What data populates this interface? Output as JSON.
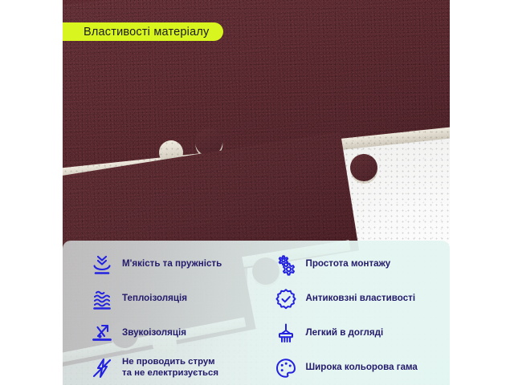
{
  "banner": {
    "title": "Властивості матеріалу",
    "bg_color": "#d9f520",
    "text_color": "#1a1a1a"
  },
  "product_photo": {
    "description": "Темно-бордові килимові пазл-мати EVA",
    "mat_color": "#55272d",
    "foam_edge_color": "#e2ddd1",
    "floor_color": "#f7f7f6"
  },
  "panel": {
    "bg_color": "#e4f5f1",
    "icon_color": "#2222e0",
    "text_color": "#231a6b",
    "left_column": [
      {
        "icon": "softness-elasticity-icon",
        "label": "М'якість та пружність"
      },
      {
        "icon": "thermal-insulation-waves-icon",
        "label": "Теплоізоляція"
      },
      {
        "icon": "sound-insulation-icon",
        "label": "Звукоізоляція"
      },
      {
        "icon": "no-electricity-icon",
        "label": "Не проводить струм",
        "label2": "та не електризується"
      }
    ],
    "right_column": [
      {
        "icon": "gears-icon",
        "label": "Простота монтажу"
      },
      {
        "icon": "anti-slip-badge-check-icon",
        "label": "Антиковзні властивості"
      },
      {
        "icon": "brush-cleaning-icon",
        "label": "Легкий в догляді"
      },
      {
        "icon": "color-palette-icon",
        "label": "Широка кольорова гама"
      }
    ]
  }
}
